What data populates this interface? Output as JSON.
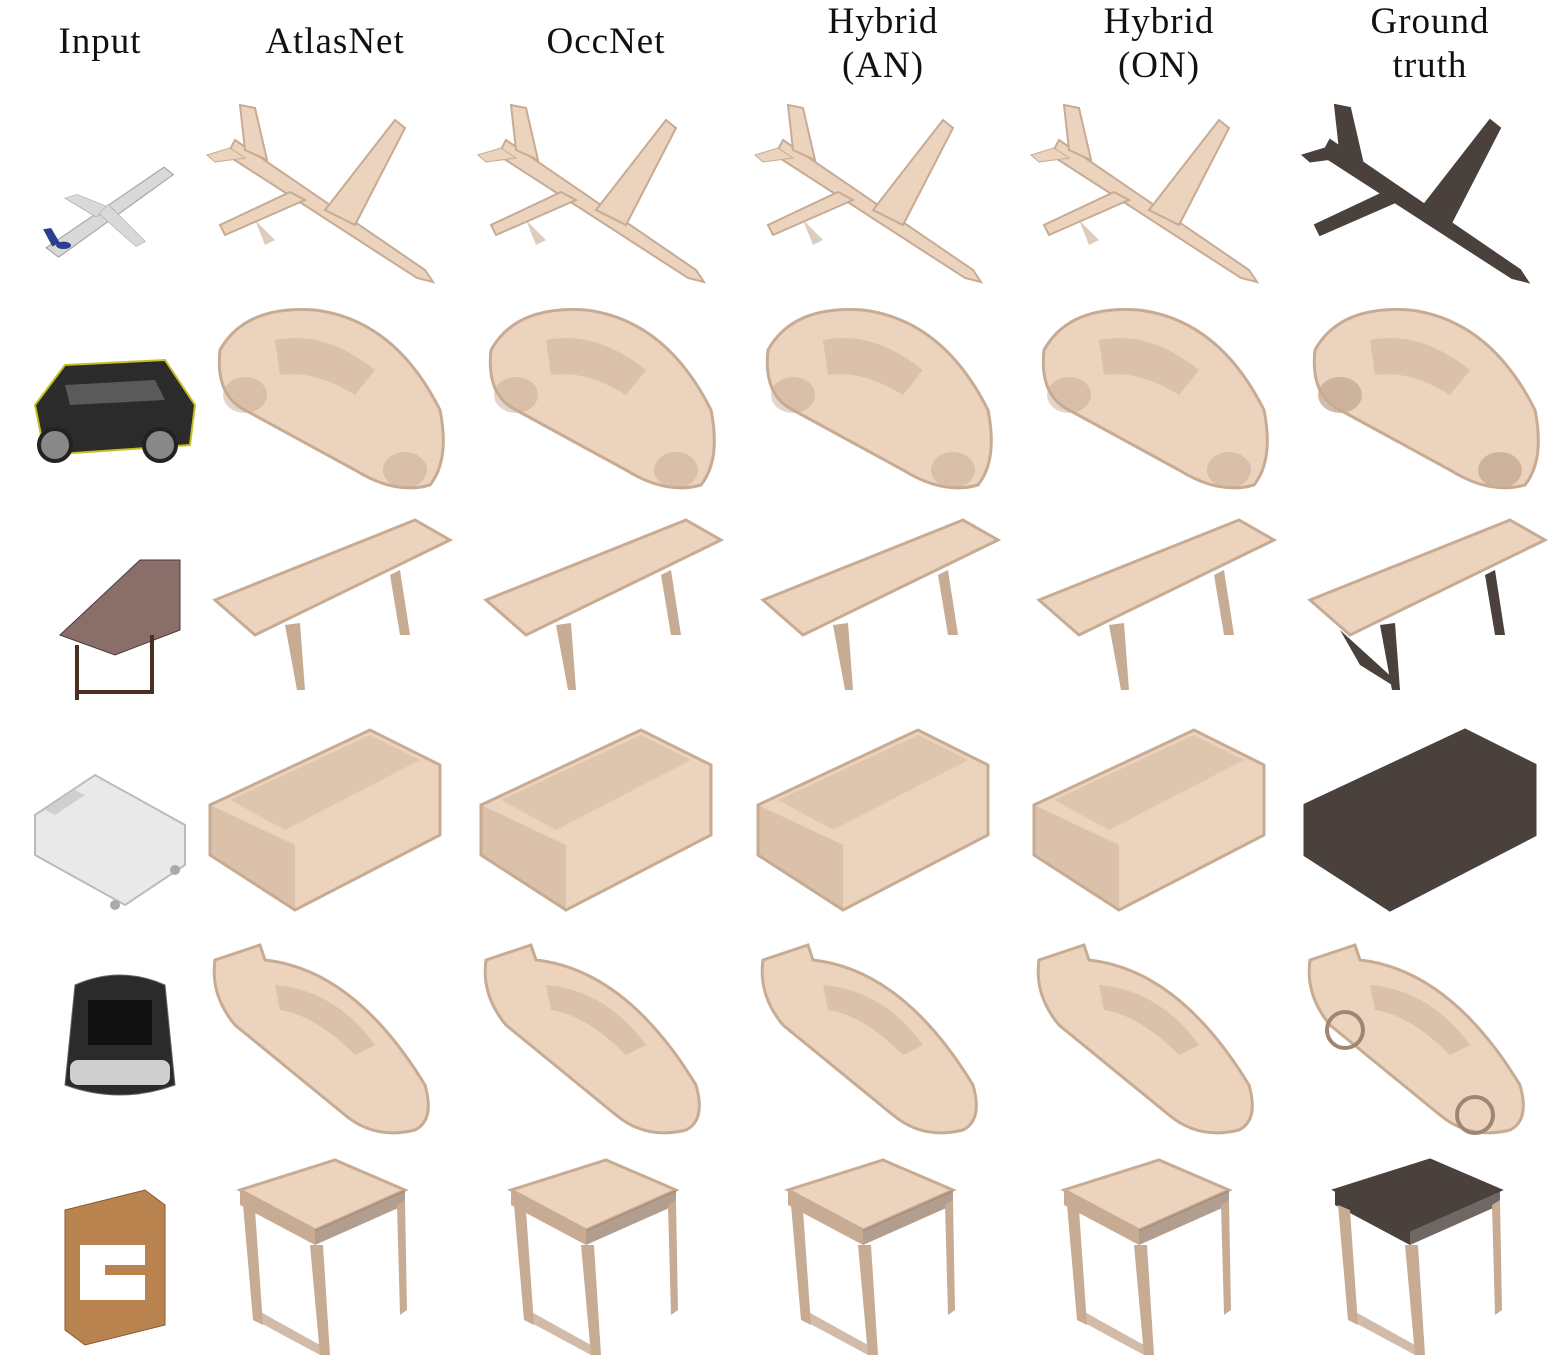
{
  "columns": [
    {
      "lines": [
        "Input"
      ]
    },
    {
      "lines": [
        "AtlasNet"
      ]
    },
    {
      "lines": [
        "OccNet"
      ]
    },
    {
      "lines": [
        "Hybrid",
        "(AN)"
      ]
    },
    {
      "lines": [
        "Hybrid",
        "(ON)"
      ]
    },
    {
      "lines": [
        "Ground",
        "truth"
      ]
    }
  ],
  "rows": [
    {
      "object": "airplane"
    },
    {
      "object": "suv"
    },
    {
      "object": "table"
    },
    {
      "object": "sofa"
    },
    {
      "object": "sports-car"
    },
    {
      "object": "side-table"
    }
  ],
  "colors": {
    "mesh": "#ecd3bd",
    "mesh_shade": "#c7ab93",
    "mesh_dark": "#9e8673",
    "ground_truth_dark": "#4a413c",
    "input_wood": "#b9834f",
    "input_gray": "#d9d9d9",
    "input_dark": "#2b2b2b"
  }
}
